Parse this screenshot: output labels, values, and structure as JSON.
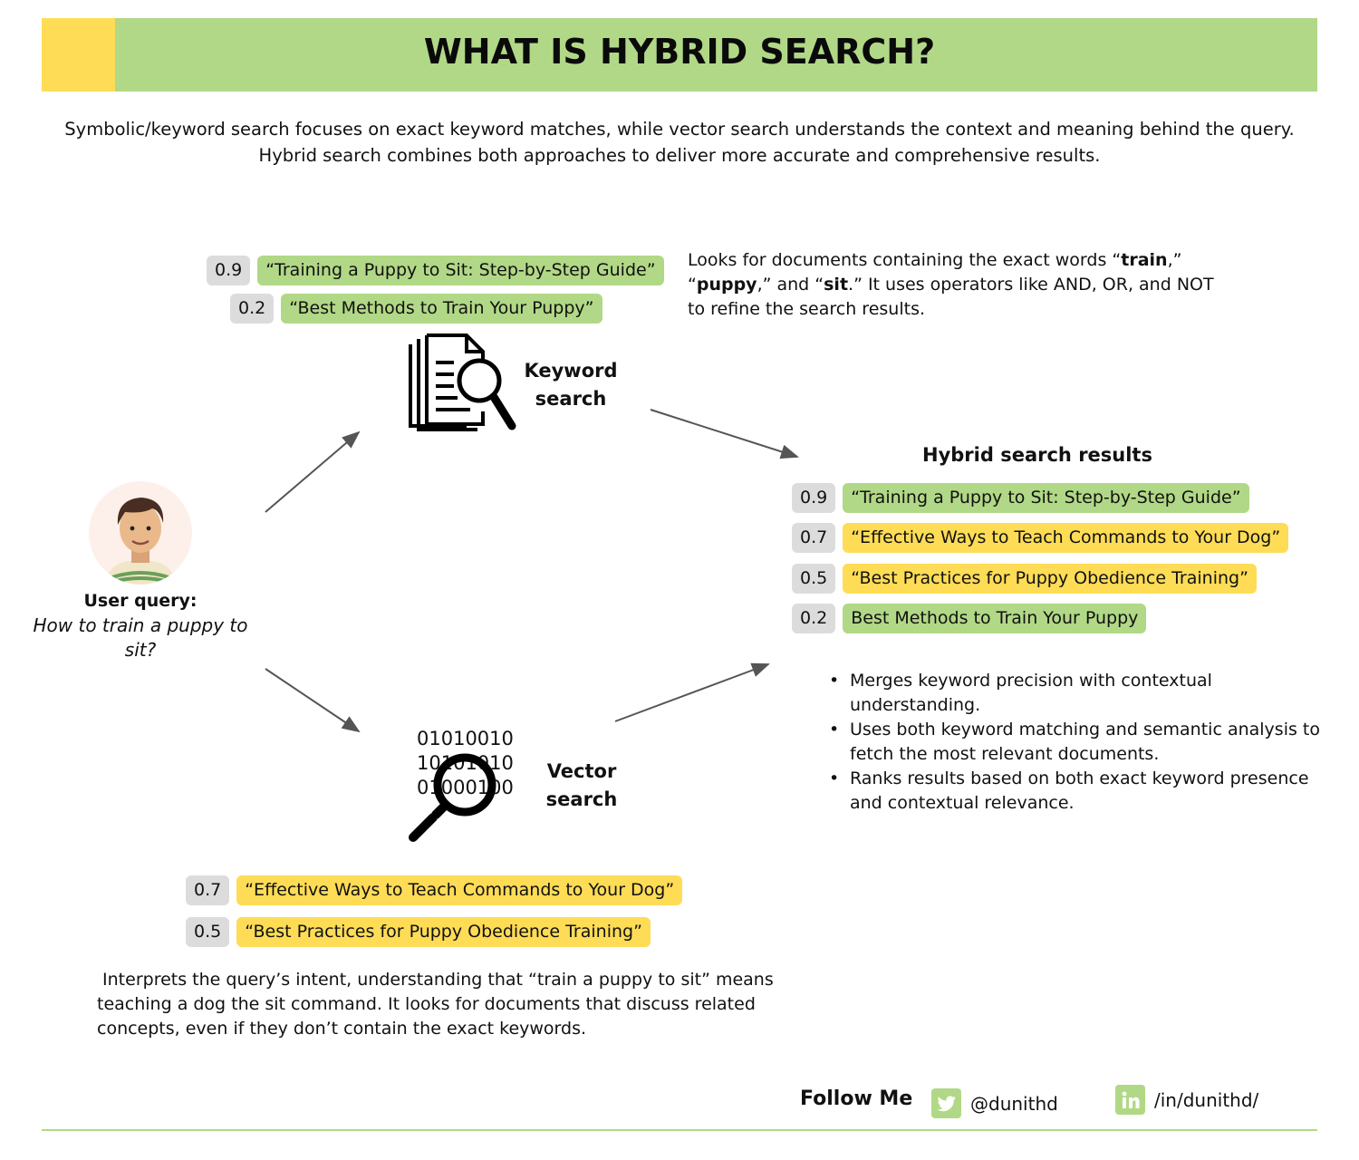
{
  "header": {
    "title": "WHAT IS HYBRID SEARCH?"
  },
  "intro": "Symbolic/keyword search focuses on exact keyword matches, while vector search understands the context and meaning behind the query. Hybrid search combines both approaches to deliver more accurate and comprehensive results.",
  "user": {
    "label": "User query:",
    "query": "How to train a puppy to sit?"
  },
  "keyword": {
    "label_line1": "Keyword",
    "label_line2": "search",
    "results": [
      {
        "score": "0.9",
        "title": "“Training a Puppy to Sit: Step-by-Step Guide”",
        "color": "green"
      },
      {
        "score": "0.2",
        "title": "“Best Methods to Train Your Puppy”",
        "color": "green"
      }
    ],
    "description": {
      "l1a": "Looks for documents containing the exact words “",
      "l1b": "train",
      "l1c": ",”",
      "l2a": "“",
      "l2b": "puppy",
      "l2c": ",” and “",
      "l2d": "sit",
      "l2e": ".” It uses operators like AND, OR, and NOT",
      "l3": "to refine the search results."
    }
  },
  "vector": {
    "label_line1": "Vector",
    "label_line2": "search",
    "binary": [
      "01010010",
      "10101010",
      "01000100"
    ],
    "results": [
      {
        "score": "0.7",
        "title": "“Effective Ways to Teach Commands to Your Dog”",
        "color": "yellow"
      },
      {
        "score": "0.5",
        "title": "“Best Practices for Puppy Obedience Training”",
        "color": "yellow"
      }
    ],
    "description": {
      "l1": " Interprets the query’s intent, understanding that “train a puppy to sit” means",
      "l2": "teaching a dog the sit command. It looks for documents that discuss related",
      "l3": "concepts, even if they don’t contain the exact keywords."
    }
  },
  "hybrid": {
    "title": "Hybrid search results",
    "results": [
      {
        "score": "0.9",
        "title": "“Training a Puppy to Sit: Step-by-Step Guide”",
        "color": "green"
      },
      {
        "score": "0.7",
        "title": "“Effective Ways to Teach Commands to Your Dog”",
        "color": "yellow"
      },
      {
        "score": "0.5",
        "title": "“Best Practices for Puppy Obedience Training”",
        "color": "yellow"
      },
      {
        "score": "0.2",
        "title": "Best Methods to Train Your Puppy",
        "color": "green"
      }
    ],
    "bullets": [
      {
        "l1": "Merges keyword precision with contextual",
        "l2": "understanding."
      },
      {
        "l1": "Uses both keyword matching and semantic analysis to",
        "l2": "fetch the most relevant documents."
      },
      {
        "l1": "Ranks results based on both exact keyword presence",
        "l2": "and contextual relevance."
      }
    ]
  },
  "footer": {
    "follow": "Follow Me",
    "twitter": "@dunithd",
    "linkedin": "/in/dunithd/"
  },
  "colors": {
    "green": "#b1d886",
    "yellow": "#fedc56",
    "score_bg": "#dcdcdc"
  }
}
